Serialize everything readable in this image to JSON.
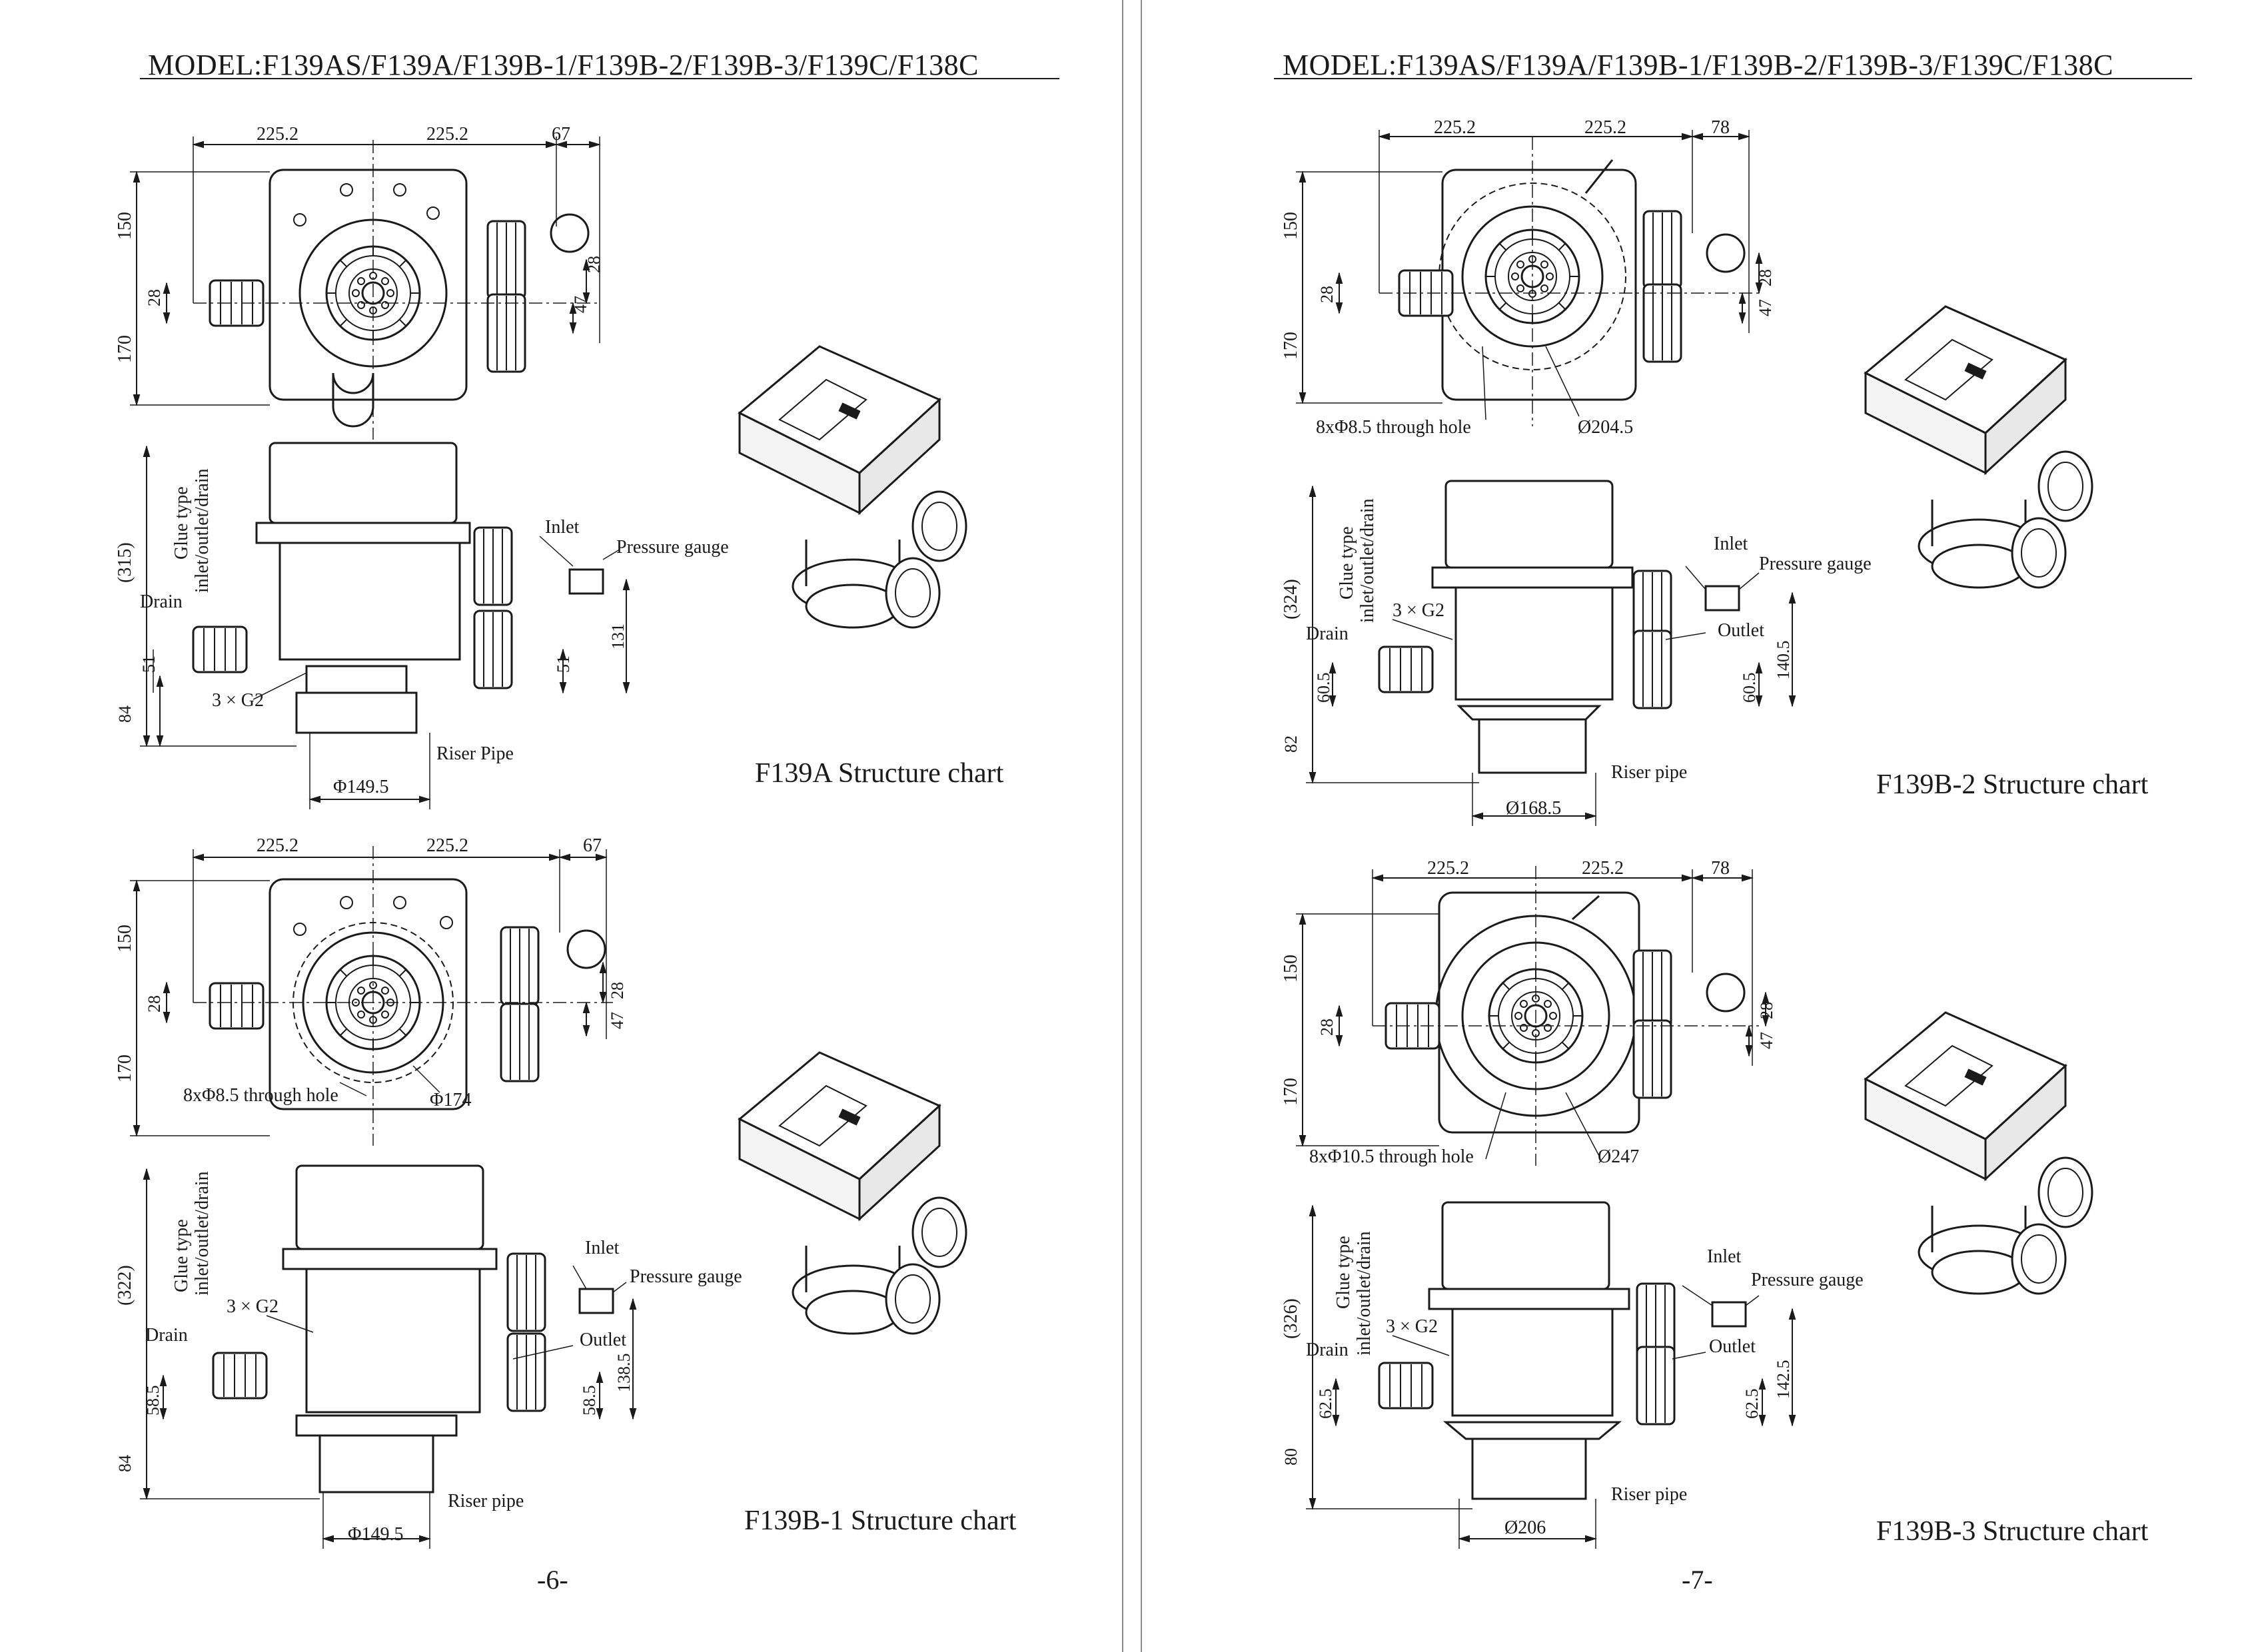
{
  "left_page": {
    "header": "MODEL:F139AS/F139A/F139B-1/F139B-2/F139B-3/F139C/F138C",
    "page_number": "-6-",
    "figure1": {
      "caption": "F139A Structure chart",
      "dims": {
        "w1": "225.2",
        "w2": "225.2",
        "w3": "67",
        "h_top": "150",
        "h_bottom": "170",
        "h_28a": "28",
        "h_28b": "28",
        "h_47": "47",
        "h_315": "(315)",
        "h_51a": "51",
        "h_51b": "51",
        "h_131": "131",
        "h_84": "84",
        "diam": "Φ149.5"
      },
      "labels": {
        "glue_type": "Glue type",
        "inlet_outlet_drain": "inlet/outlet/drain",
        "inlet": "Inlet",
        "pressure_gauge": "Pressure gauge",
        "drain": "Drain",
        "thread": "3 × G2",
        "riser": "Riser Pipe"
      }
    },
    "figure2": {
      "caption": "F139B-1 Structure chart",
      "dims": {
        "w1": "225.2",
        "w2": "225.2",
        "w3": "67",
        "h_top": "150",
        "h_bottom": "170",
        "h_28a": "28",
        "h_28b": "28",
        "h_47": "47",
        "h_322": "(322)",
        "h_58a": "58.5",
        "h_58b": "58.5",
        "h_138": "138.5",
        "h_84": "84",
        "diam": "Φ149.5",
        "bolt_diam": "Φ174"
      },
      "labels": {
        "holes": "8xΦ8.5 through hole",
        "glue_type": "Glue type",
        "inlet_outlet_drain": "inlet/outlet/drain",
        "inlet": "Inlet",
        "pressure_gauge": "Pressure gauge",
        "outlet": "Outlet",
        "drain": "Drain",
        "thread": "3 × G2",
        "riser": "Riser pipe"
      }
    }
  },
  "right_page": {
    "header": "MODEL:F139AS/F139A/F139B-1/F139B-2/F139B-3/F139C/F138C",
    "page_number": "-7-",
    "figure1": {
      "caption": "F139B-2 Structure chart",
      "dims": {
        "w1": "225.2",
        "w2": "225.2",
        "w3": "78",
        "h_top": "150",
        "h_bottom": "170",
        "h_28a": "28",
        "h_28b": "28",
        "h_47": "47",
        "h_324": "(324)",
        "h_60a": "60.5",
        "h_60b": "60.5",
        "h_140": "140.5",
        "h_82": "82",
        "diam": "Ø168.5",
        "flange_diam": "Ø204.5"
      },
      "labels": {
        "holes": "8xΦ8.5 through hole",
        "glue_type": "Glue type",
        "inlet_outlet_drain": "inlet/outlet/drain",
        "inlet": "Inlet",
        "pressure_gauge": "Pressure gauge",
        "outlet": "Outlet",
        "drain": "Drain",
        "thread": "3 × G2",
        "riser": "Riser pipe"
      }
    },
    "figure2": {
      "caption": "F139B-3 Structure chart",
      "dims": {
        "w1": "225.2",
        "w2": "225.2",
        "w3": "78",
        "h_top": "150",
        "h_bottom": "170",
        "h_28a": "28",
        "h_28b": "28",
        "h_47": "47",
        "h_326": "(326)",
        "h_62a": "62.5",
        "h_62b": "62.5",
        "h_142": "142.5",
        "h_80": "80",
        "diam": "Ø206",
        "flange_diam": "Ø247"
      },
      "labels": {
        "holes": "8xΦ10.5 through hole",
        "glue_type": "Glue type",
        "inlet_outlet_drain": "inlet/outlet/drain",
        "inlet": "Inlet",
        "pressure_gauge": "Pressure gauge",
        "outlet": "Outlet",
        "drain": "Drain",
        "thread": "3 × G2",
        "riser": "Riser pipe"
      }
    }
  }
}
